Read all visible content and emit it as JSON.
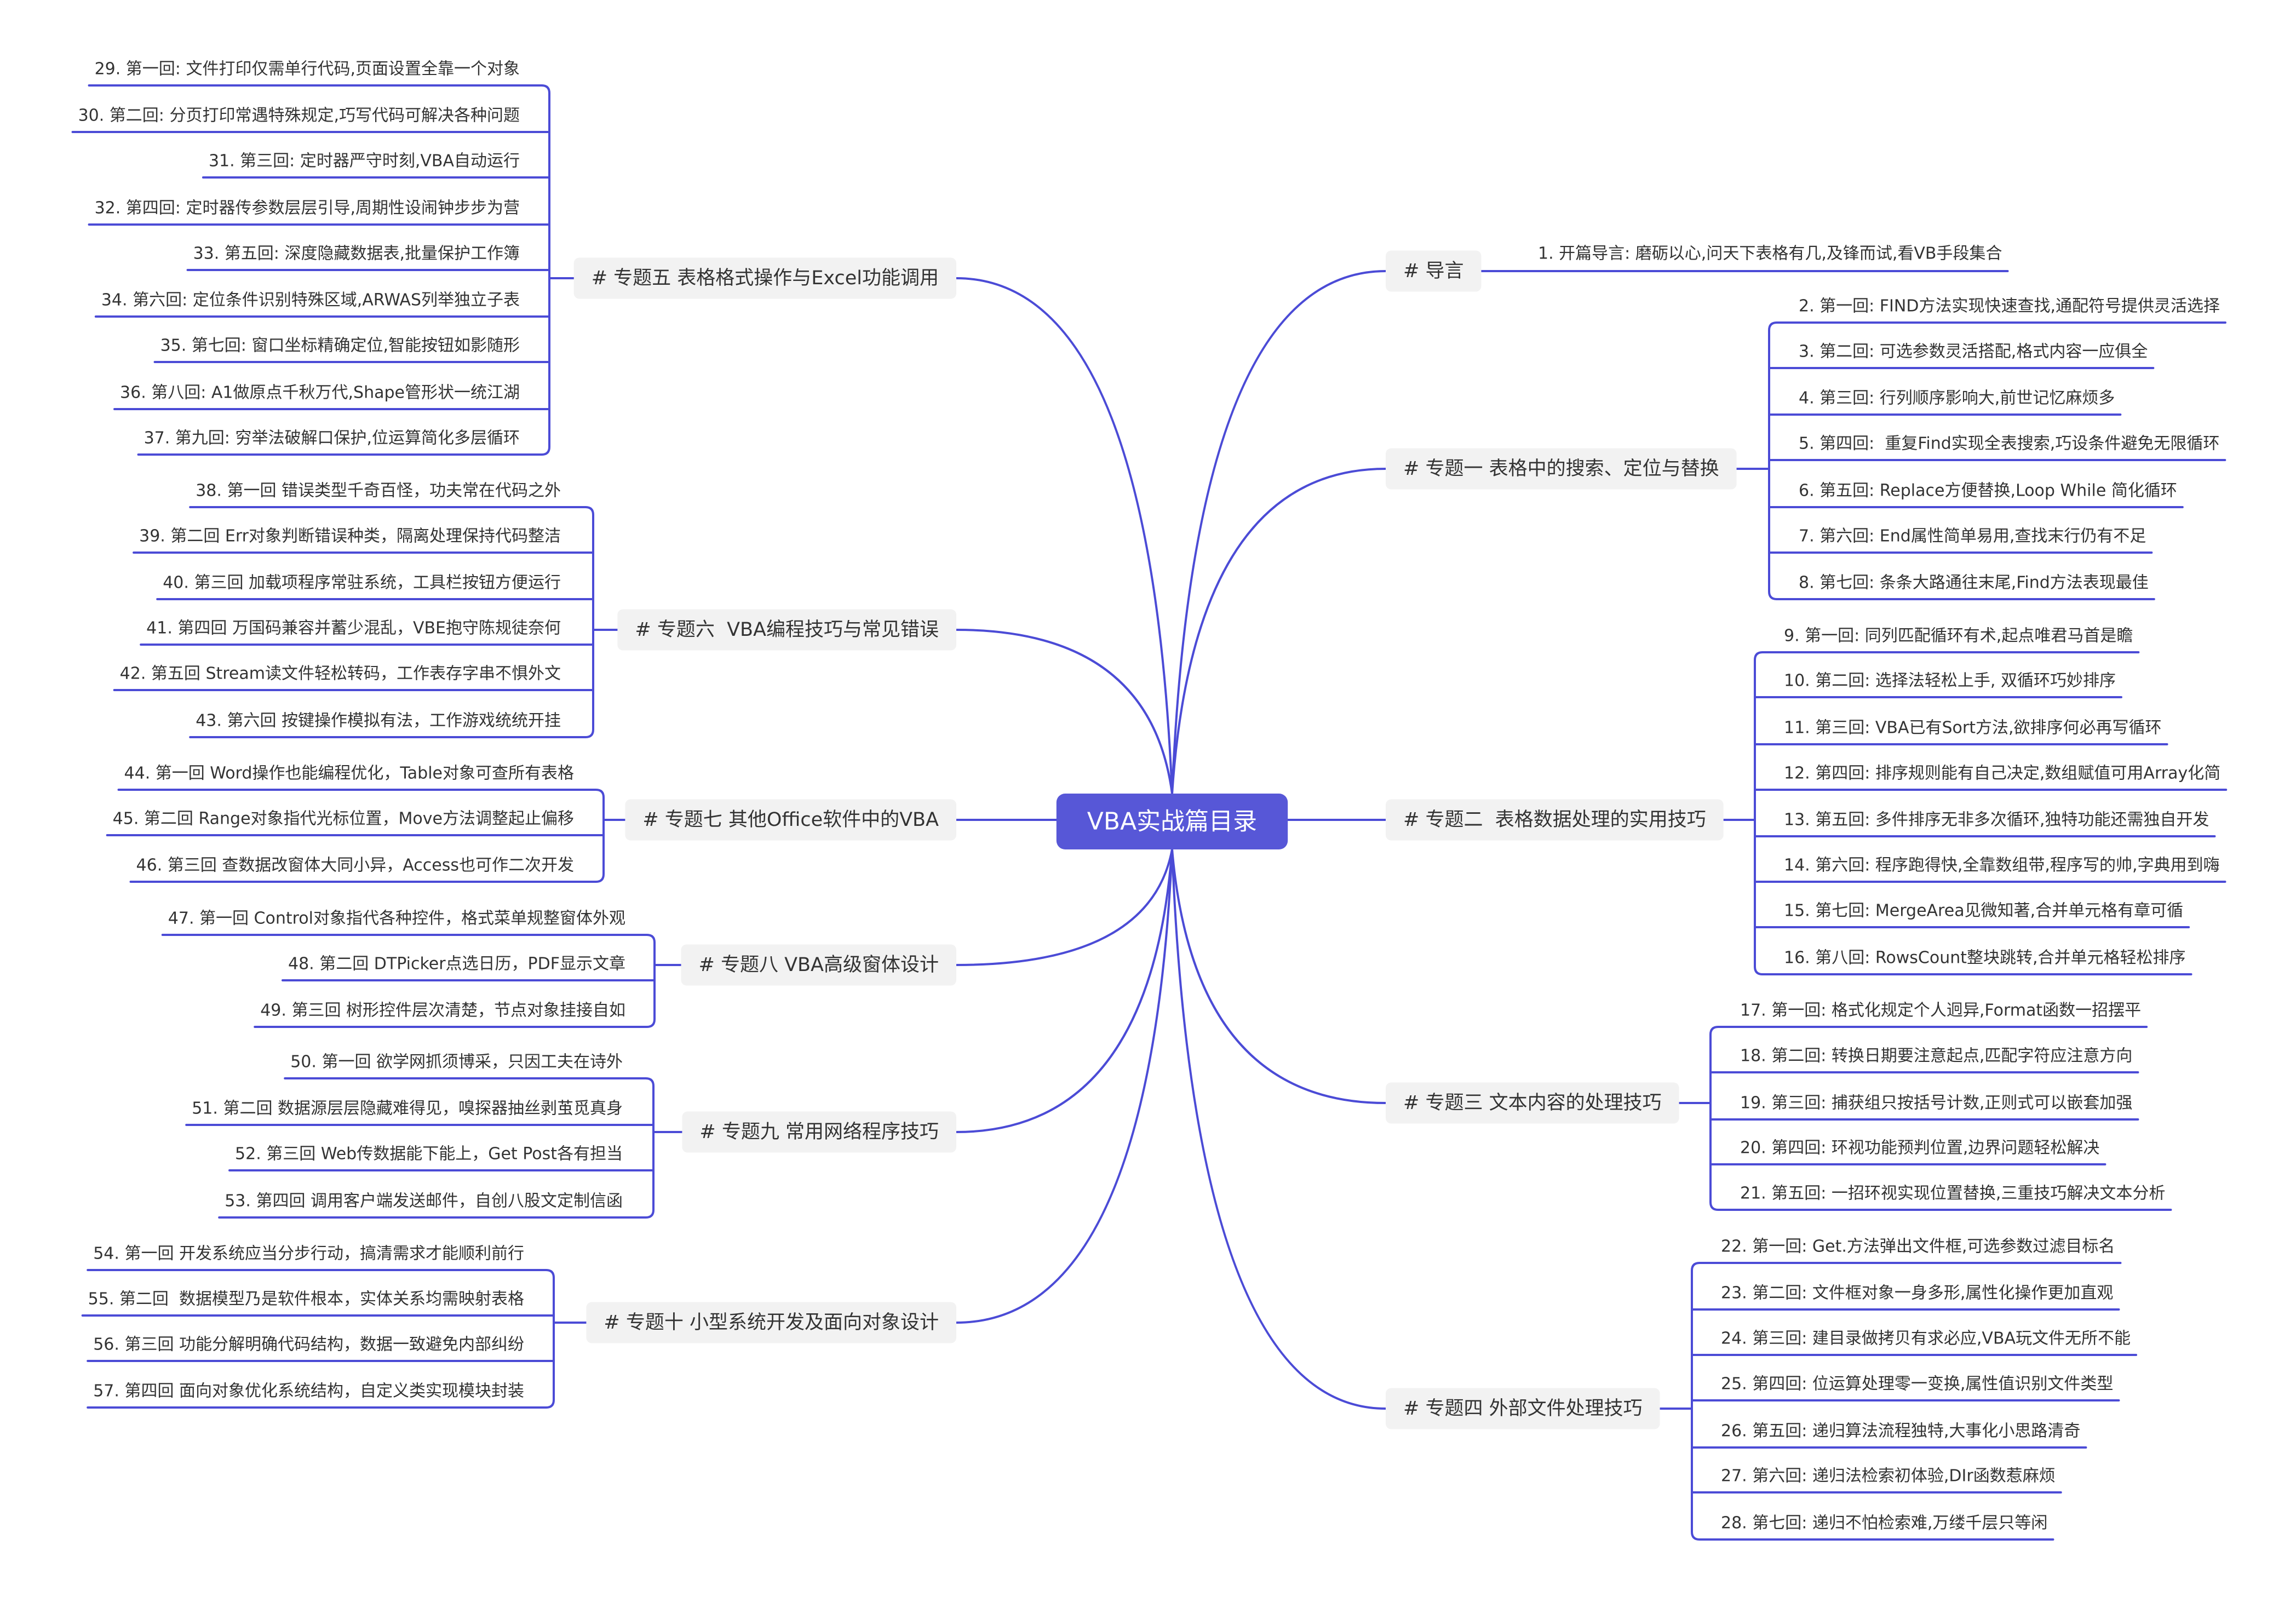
{
  "center": {
    "title": "VBA实战篇目录"
  },
  "topics": [
    {
      "title": "# 导言",
      "items": [
        "1. 开篇导言: 磨砺以心,问天下表格有几,及锋而试,看VB手段集合"
      ]
    },
    {
      "title": "# 专题一 表格中的搜索、定位与替换",
      "items": [
        "2. 第一回: FIND方法实现快速查找,通配符号提供灵活选择",
        "3. 第二回: 可选参数灵活搭配,格式内容一应俱全",
        "4. 第三回: 行列顺序影响大,前世记忆麻烦多",
        "5. 第四回:  重复Find实现全表搜索,巧设条件避免无限循环",
        "6. 第五回: Replace方便替换,Loop While 简化循环",
        "7. 第六回: End属性简单易用,查找末行仍有不足",
        "8. 第七回: 条条大路通往末尾,Find方法表现最佳"
      ]
    },
    {
      "title": "# 专题二  表格数据处理的实用技巧",
      "items": [
        "9. 第一回: 同列匹配循环有术,起点唯君马首是瞻",
        "10. 第二回: 选择法轻松上手, 双循环巧妙排序",
        "11. 第三回: VBA已有Sort方法,欲排序何必再写循环",
        "12. 第四回: 排序规则能有自己决定,数组赋值可用Array化简",
        "13. 第五回: 多件排序无非多次循环,独特功能还需独自开发",
        "14. 第六回: 程序跑得快,全靠数组带,程序写的帅,字典用到嗨",
        "15. 第七回: MergeArea见微知著,合并单元格有章可循",
        "16. 第八回: RowsCount整块跳转,合并单元格轻松排序"
      ]
    },
    {
      "title": "# 专题三 文本内容的处理技巧",
      "items": [
        "17. 第一回: 格式化规定个人迥异,Format函数一招摆平",
        "18. 第二回: 转换日期要注意起点,匹配字符应注意方向",
        "19. 第三回: 捕获组只按括号计数,正则式可以嵌套加强",
        "20. 第四回: 环视功能预判位置,边界问题轻松解决",
        "21. 第五回: 一招环视实现位置替换,三重技巧解决文本分析"
      ]
    },
    {
      "title": "# 专题四 外部文件处理技巧",
      "items": [
        "22. 第一回: Get.方法弹出文件框,可选参数过滤目标名",
        "23. 第二回: 文件框对象一身多形,属性化操作更加直观",
        "24. 第三回: 建目录做拷贝有求必应,VBA玩文件无所不能",
        "25. 第四回: 位运算处理零一变换,属性值识别文件类型",
        "26. 第五回: 递归算法流程独特,大事化小思路清奇",
        "27. 第六回: 递归法检索初体验,DIr函数惹麻烦",
        "28. 第七回: 递归不怕检索难,万缕千层只等闲"
      ]
    },
    {
      "title": "# 专题五 表格格式操作与Excel功能调用",
      "items": [
        "29. 第一回: 文件打印仅需单行代码,页面设置全靠一个对象",
        "30. 第二回: 分页打印常遇特殊规定,巧写代码可解决各种问题",
        "31. 第三回: 定时器严守时刻,VBA自动运行",
        "32. 第四回: 定时器传参数层层引导,周期性设闹钟步步为营",
        "33. 第五回: 深度隐藏数据表,批量保护工作簿",
        "34. 第六回: 定位条件识别特殊区域,ARWAS列举独立子表",
        "35. 第七回: 窗口坐标精确定位,智能按钮如影随形",
        "36. 第八回: A1做原点千秋万代,Shape管形状一统江湖",
        "37. 第九回: 穷举法破解口保护,位运算简化多层循环"
      ]
    },
    {
      "title": "# 专题六  VBA编程技巧与常见错误",
      "items": [
        "38. 第一回 错误类型千奇百怪，功夫常在代码之外",
        "39. 第二回 Err对象判断错误种类，隔离处理保持代码整洁",
        "40. 第三回 加载项程序常驻系统，工具栏按钮方便运行",
        "41. 第四回 万国码兼容并蓄少混乱，VBE抱守陈规徒奈何",
        "42. 第五回 Stream读文件轻松转码，工作表存字串不惧外文",
        "43. 第六回 按键操作模拟有法，工作游戏统统开挂"
      ]
    },
    {
      "title": "# 专题七 其他Office软件中的VBA",
      "items": [
        "44. 第一回 Word操作也能编程优化，Table对象可查所有表格",
        "45. 第二回 Range对象指代光标位置，Move方法调整起止偏移",
        "46. 第三回 查数据改窗体大同小异，Access也可作二次开发"
      ]
    },
    {
      "title": "# 专题八 VBA高级窗体设计",
      "items": [
        "47. 第一回 Control对象指代各种控件，格式菜单规整窗体外观",
        "48. 第二回 DTPicker点选日历，PDF显示文章",
        "49. 第三回 树形控件层次清楚，节点对象挂接自如"
      ]
    },
    {
      "title": "# 专题九 常用网络程序技巧",
      "items": [
        "50. 第一回 欲学网抓须博采，只因工夫在诗外",
        "51. 第二回 数据源层层隐藏难得见，嗅探器抽丝剥茧觅真身",
        "52. 第三回 Web传数据能下能上，Get Post各有担当",
        "53. 第四回 调用客户端发送邮件，自创八股文定制信函"
      ]
    },
    {
      "title": "# 专题十 小型系统开发及面向对象设计",
      "items": [
        "54. 第一回 开发系统应当分步行动，搞清需求才能顺利前行",
        "55. 第二回  数据模型乃是软件根本，实体关系均需映射表格",
        "56. 第三回 功能分解明确代码结构，数据一致避免内部纠纷",
        "57. 第四回 面向对象优化系统结构，自定义类实现模块封装"
      ]
    }
  ],
  "colors": {
    "branch_line": "#4b4bd6",
    "central_fill": "#5757d7",
    "central_text": "#ffffff",
    "topic_fill": "#f2f2f2",
    "text": "#333333"
  }
}
